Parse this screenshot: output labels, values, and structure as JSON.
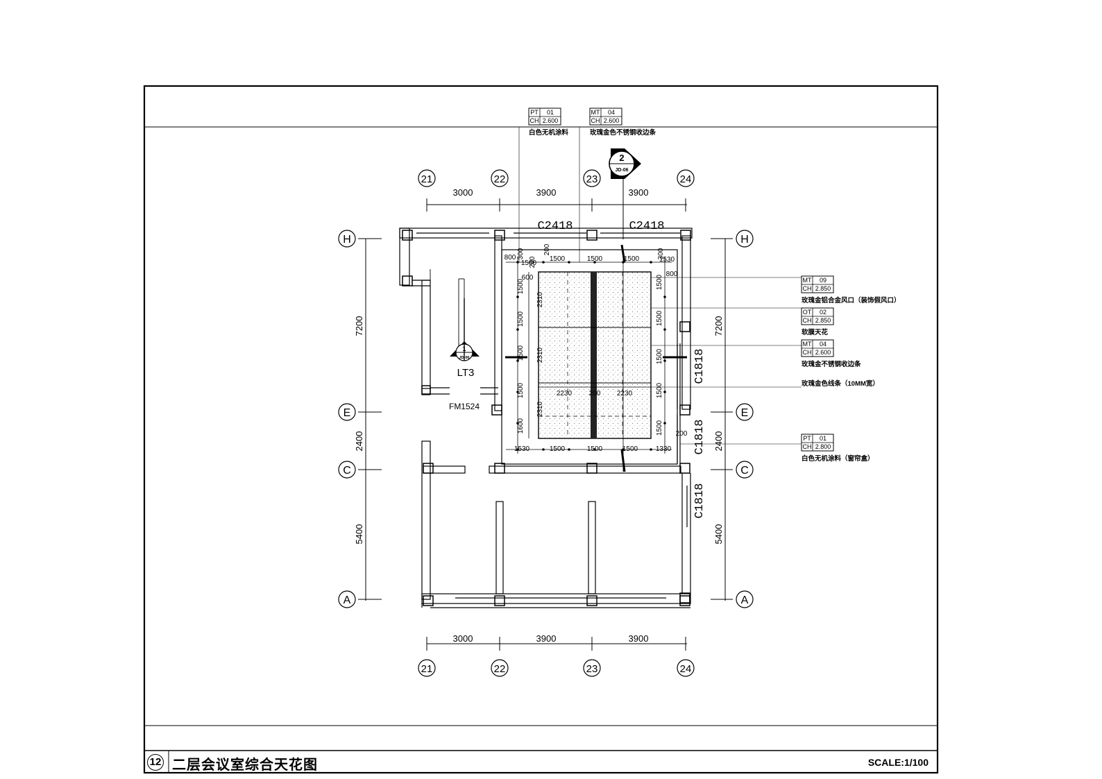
{
  "drawing": {
    "title_number": "12",
    "title": "二层会议室综合天花图",
    "scale": "SCALE:1/100"
  },
  "grid_columns": [
    "21",
    "22",
    "23",
    "24"
  ],
  "grid_rows": [
    "H",
    "E",
    "C",
    "A"
  ],
  "dims_horizontal": [
    "3000",
    "3900",
    "3900"
  ],
  "dims_vertical": [
    "7200",
    "2400",
    "5400"
  ],
  "window_tags": {
    "top_left": "C2418",
    "top_right": "C2418",
    "right_1": "C1818",
    "right_2": "C1818",
    "right_3": "C1818"
  },
  "door_tag": "FM1524",
  "stair_tag": "LT3",
  "section_marks": {
    "top": {
      "num": "2",
      "sheet": "JD-06"
    },
    "stair": {
      "num": "1",
      "sheet": "JD-06"
    }
  },
  "material_tags": {
    "top_left": {
      "code": "PT",
      "num": "01",
      "ch_label": "CH",
      "ch": "2.600",
      "desc": "白色无机涂料"
    },
    "top_right": {
      "code": "MT",
      "num": "04",
      "ch_label": "CH",
      "ch": "2.600",
      "desc": "玫瑰金色不锈钢收边条"
    },
    "right_1": {
      "code": "MT",
      "num": "09",
      "ch_label": "CH",
      "ch": "2.850",
      "desc": "玫瑰金铝合金风口（装饰假风口）"
    },
    "right_2": {
      "code": "OT",
      "num": "02",
      "ch_label": "CH",
      "ch": "2.850",
      "desc": "软膜天花"
    },
    "right_3": {
      "code": "MT",
      "num": "04",
      "ch_label": "CH",
      "ch": "2.600",
      "desc": "玫瑰金不锈钢收边条"
    },
    "right_4_desc": "玫瑰金色线条（10MM宽）",
    "right_5": {
      "code": "PT",
      "num": "01",
      "ch_label": "CH",
      "ch": "2.800",
      "desc": "白色无机涂料（窗帘盒）"
    }
  },
  "room_dims": {
    "top_row": [
      "800",
      "200",
      "1500",
      "1500",
      "1500",
      "300",
      "1530"
    ],
    "top_small": [
      "300",
      "1500",
      "200",
      "800",
      "600"
    ],
    "left_col": [
      "1500",
      "1500",
      "1500",
      "1500",
      "1600"
    ],
    "right_col": [
      "1500",
      "1500",
      "1500",
      "1500",
      "1500"
    ],
    "inner_left": [
      "2310",
      "2310",
      "2310"
    ],
    "inner_mid": [
      "2230",
      "2230",
      "200"
    ],
    "bottom_row": [
      "1530",
      "1500",
      "1500",
      "1500",
      "1330",
      "200"
    ]
  }
}
